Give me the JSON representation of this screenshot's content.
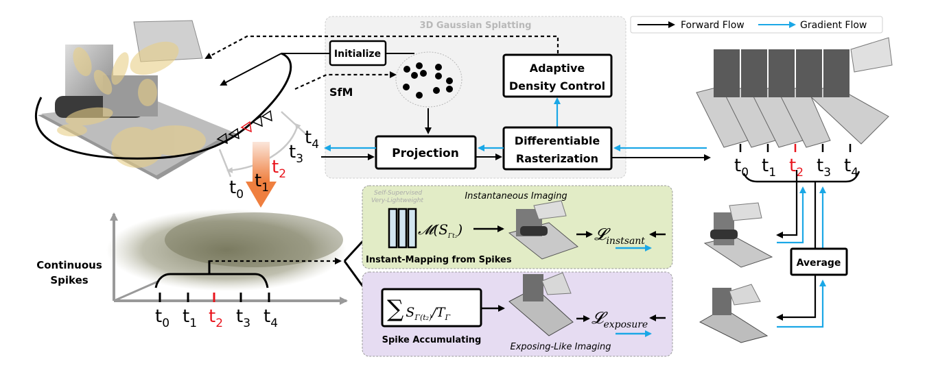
{
  "legend": {
    "forward_label": "Forward Flow",
    "gradient_label": "Gradient Flow",
    "forward_color": "#000000",
    "gradient_color": "#1aa7e6"
  },
  "gaussian_splatting": {
    "title": "3D Gaussian Splatting",
    "initialize": "Initialize",
    "sfm": "SfM",
    "adaptive_line1": "Adaptive",
    "adaptive_line2": "Density Control",
    "projection": "Projection",
    "rasterization_line1": "Differentiable",
    "rasterization_line2": "Rasterization",
    "panel_color": "#f2f2f2"
  },
  "camera_trajectory": {
    "times": [
      {
        "base": "t",
        "sub": "0",
        "highlight": false
      },
      {
        "base": "t",
        "sub": "1",
        "highlight": false
      },
      {
        "base": "t",
        "sub": "2",
        "highlight": true
      },
      {
        "base": "t",
        "sub": "3",
        "highlight": false
      },
      {
        "base": "t",
        "sub": "4",
        "highlight": false
      }
    ],
    "highlight_color": "#e8141c"
  },
  "spikes": {
    "label_line1": "Continuous",
    "label_line2": "Spikes"
  },
  "instant_panel": {
    "title": "Instantaneous Imaging",
    "note_line1": "Self-Supervised",
    "note_line2": "Very-Lightweight",
    "mapping_formula": "𝓜(S",
    "mapping_sub": "Γt₂",
    "mapping_close": ")",
    "caption": "Instant-Mapping from Spikes",
    "loss_symbol": "𝓛",
    "loss_sub": "instsant",
    "panel_color": "#e2ecc6"
  },
  "exposure_panel": {
    "title": "Exposing-Like Imaging",
    "formula_sum": "∑",
    "formula_s": "S",
    "formula_s_sub": "Γ(t₂)",
    "formula_div": "/T",
    "formula_t_sub": "Γ",
    "caption": "Spike Accumulating",
    "loss_symbol": "𝓛",
    "loss_sub": "exposure",
    "panel_color": "#e6dcf2"
  },
  "average": {
    "label": "Average"
  }
}
